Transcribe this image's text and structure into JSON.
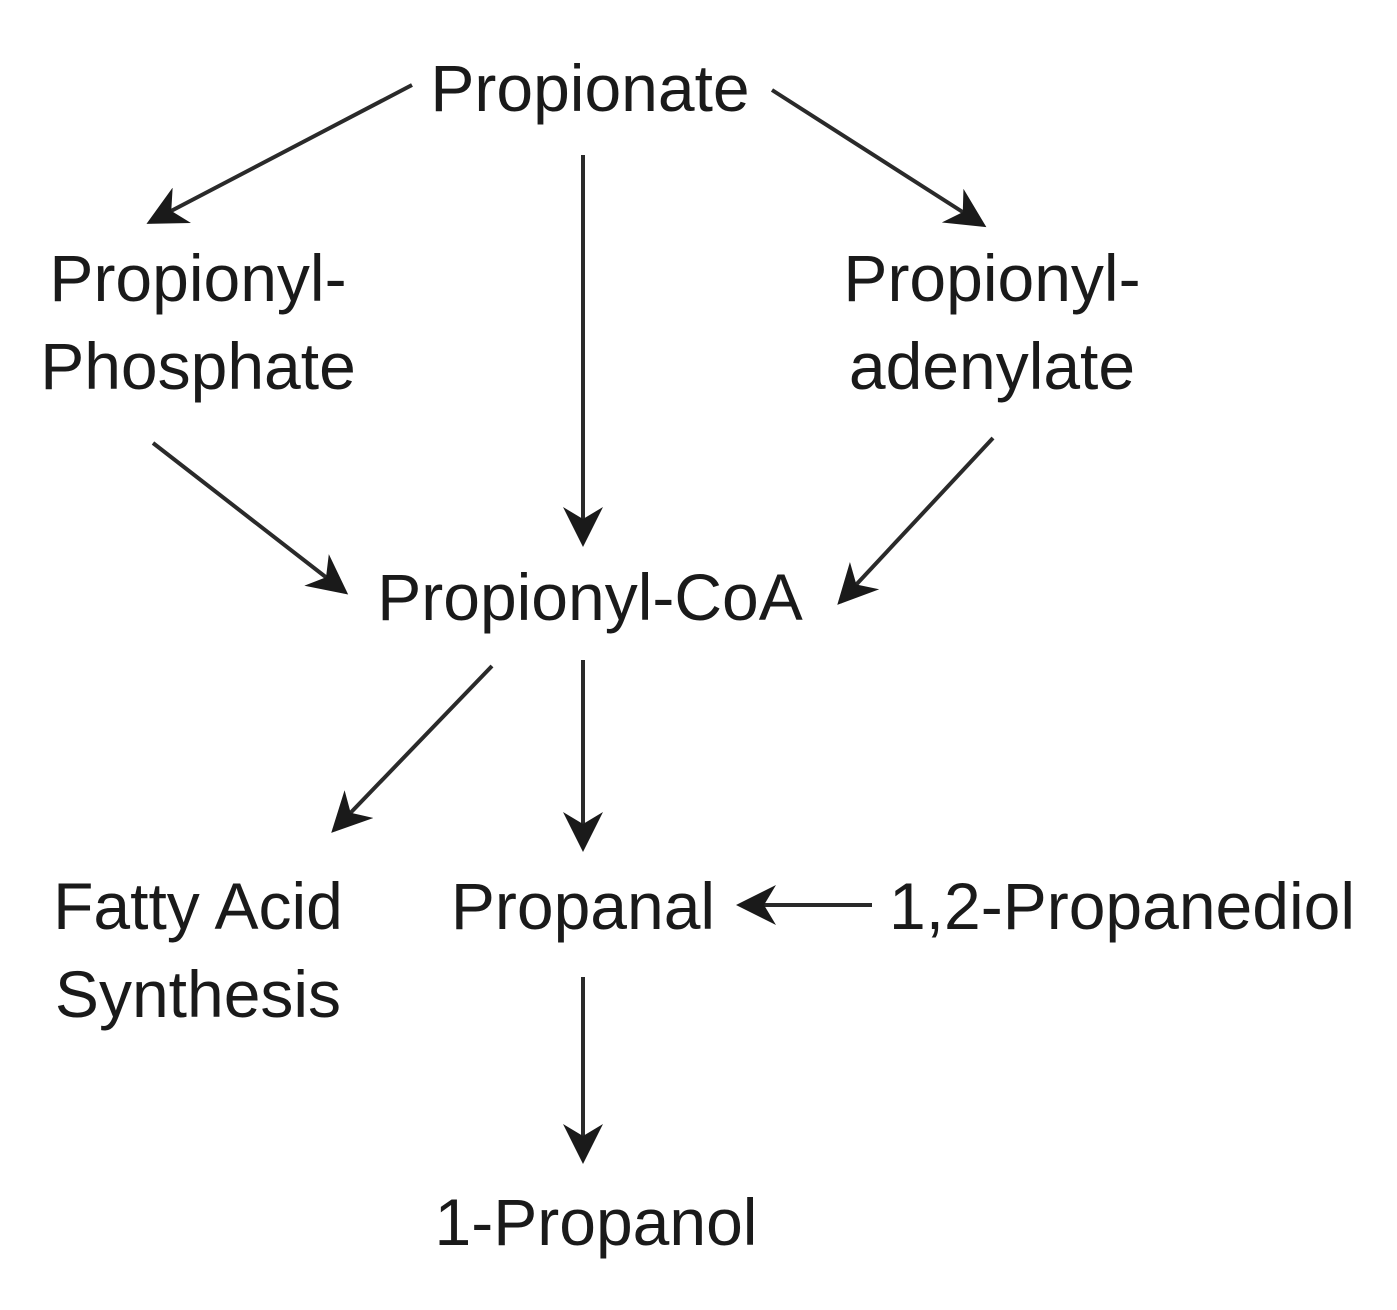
{
  "nodes": {
    "propionate": {
      "lines": [
        "Propionate"
      ]
    },
    "propionyl_phosphate": {
      "lines": [
        "Propionyl-",
        "Phosphate"
      ]
    },
    "propionyl_adenylate": {
      "lines": [
        "Propionyl-",
        "adenylate"
      ]
    },
    "propionyl_coa": {
      "lines": [
        "Propionyl-CoA"
      ]
    },
    "fatty_acid_synthesis": {
      "lines": [
        "Fatty Acid",
        "Synthesis"
      ]
    },
    "propanal": {
      "lines": [
        "Propanal"
      ]
    },
    "propanediol": {
      "lines": [
        "1,2-Propanediol"
      ]
    },
    "propanol": {
      "lines": [
        "1-Propanol"
      ]
    }
  },
  "edges": [
    {
      "from": "propionate",
      "to": "propionyl_phosphate"
    },
    {
      "from": "propionate",
      "to": "propionyl_coa"
    },
    {
      "from": "propionate",
      "to": "propionyl_adenylate"
    },
    {
      "from": "propionyl_phosphate",
      "to": "propionyl_coa"
    },
    {
      "from": "propionyl_adenylate",
      "to": "propionyl_coa"
    },
    {
      "from": "propionyl_coa",
      "to": "fatty_acid_synthesis"
    },
    {
      "from": "propionyl_coa",
      "to": "propanal"
    },
    {
      "from": "propanediol",
      "to": "propanal"
    },
    {
      "from": "propanal",
      "to": "propanol"
    }
  ]
}
